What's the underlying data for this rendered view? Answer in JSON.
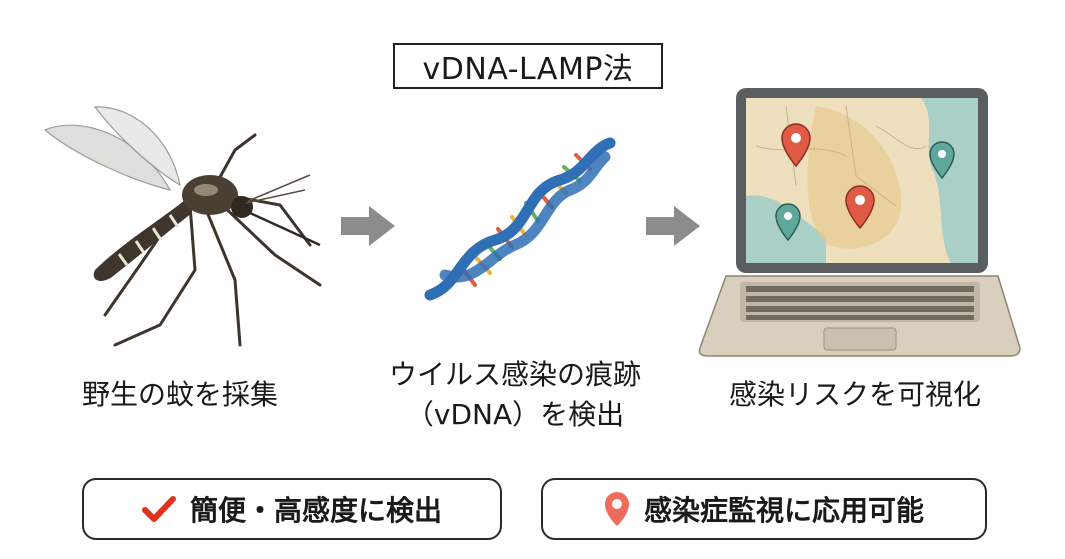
{
  "title": "vDNA-LAMP法",
  "steps": [
    {
      "caption": "野生の蚊を採集",
      "icon": "mosquito-illustration"
    },
    {
      "caption_line1": "ウイルス感染の痕跡",
      "caption_line2": "（vDNA）を検出",
      "icon": "dna-helix-illustration"
    },
    {
      "caption": "感染リスクを可視化",
      "icon": "laptop-map-illustration"
    }
  ],
  "badges": [
    {
      "label": "簡便・高感度に検出",
      "icon": "checkmark-icon",
      "color": "#e0301e"
    },
    {
      "label": "感染症監視に応用可能",
      "icon": "map-pin-icon",
      "color": "#ef6b5b"
    }
  ],
  "colors": {
    "arrow": "#8c8c8c",
    "dna_blue": "#2f6fb5",
    "pin_red": "#e05a45",
    "pin_teal": "#5fa79a"
  }
}
